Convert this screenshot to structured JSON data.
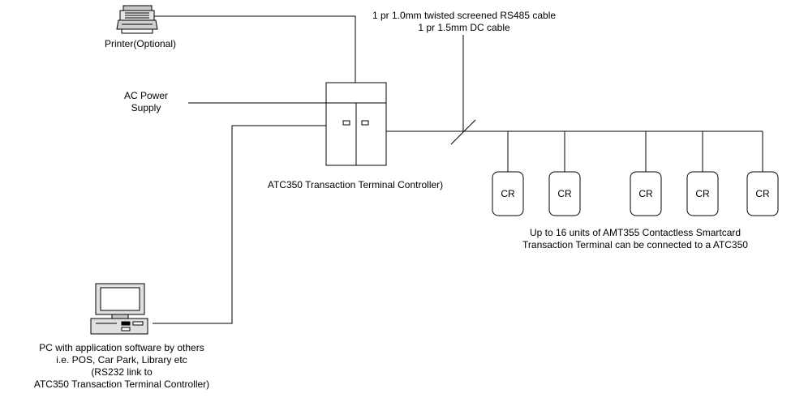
{
  "cable_spec": {
    "line1": "1 pr 1.0mm twisted screened RS485 cable",
    "line2": "1 pr 1.5mm DC cable"
  },
  "printer": {
    "label": "Printer(Optional)",
    "icon": "printer-icon"
  },
  "ac_power": {
    "line1": "AC Power",
    "line2": "Supply"
  },
  "controller": {
    "label": "ATC350 Transaction Terminal Controller)",
    "icon": "controller-cabinet-icon"
  },
  "card_readers": {
    "units": [
      "CR",
      "CR",
      "CR",
      "CR",
      "CR"
    ],
    "caption_line1": "Up to 16 units of AMT355 Contactless Smartcard",
    "caption_line2": "Transaction Terminal can be connected to a ATC350"
  },
  "pc": {
    "icon": "desktop-computer-icon",
    "line1": "PC with application software by others",
    "line2": "i.e. POS, Car Park, Library etc",
    "line3": "(RS232 link to",
    "line4": "ATC350 Transaction Terminal Controller)"
  },
  "colors": {
    "line": "#000000",
    "background": "#ffffff",
    "screen": "#ffffff"
  }
}
